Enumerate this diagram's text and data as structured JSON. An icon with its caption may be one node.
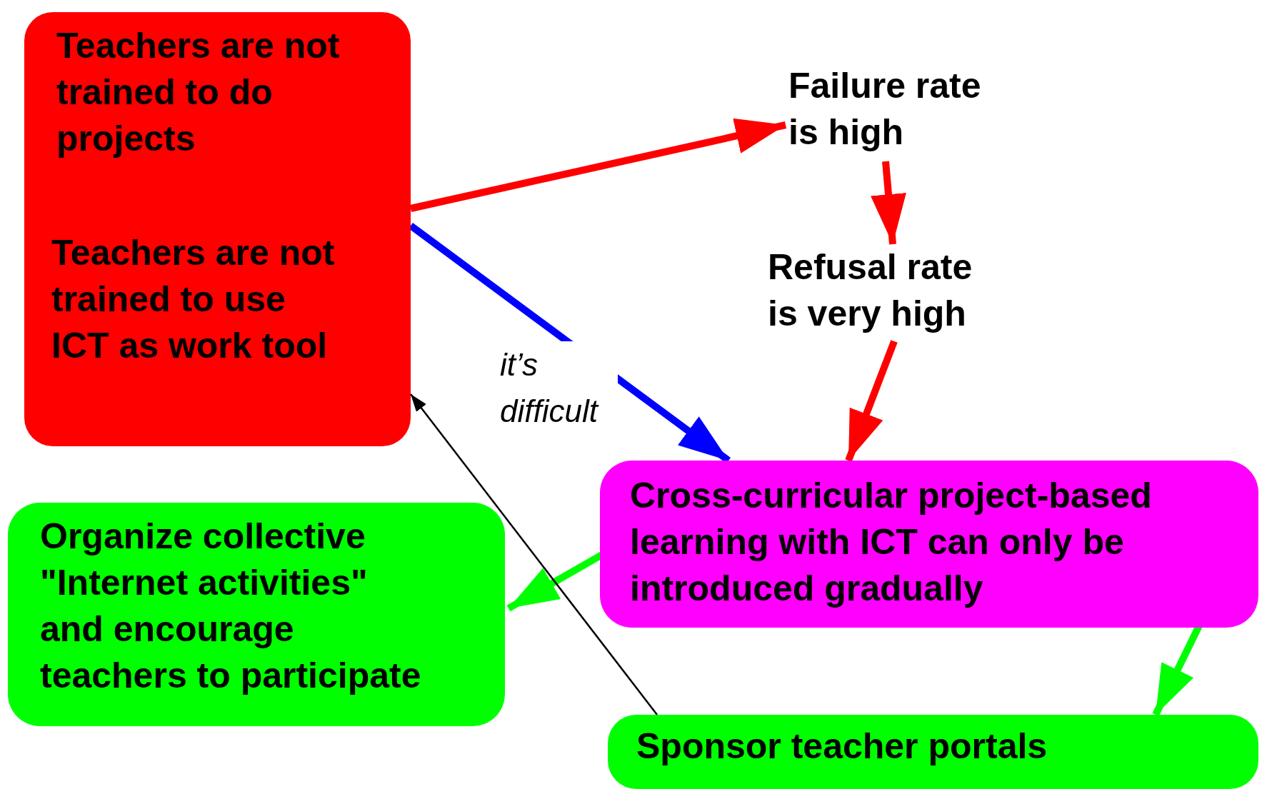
{
  "diagram": {
    "nodes": [
      {
        "text": [
          "Teachers are not trained to do projects",
          "Teachers are not trained to use ICT as work tool"
        ]
      },
      {
        "text": [
          "Failure rate is high"
        ]
      },
      {
        "text": [
          "Refusal rate is very high"
        ]
      },
      {
        "text": [
          "Cross-curricular project-based learning with ICT can only be introduced gradually"
        ]
      },
      {
        "text": [
          "Organize collective \"Internet activities\" and encourage teachers to participate"
        ]
      },
      {
        "text": [
          "Sponsor teacher portals"
        ]
      }
    ],
    "edges": [
      {
        "from": 0,
        "to": 1,
        "arrow": "to"
      },
      {
        "from": 0,
        "to": 3,
        "arrow": "to",
        "color": "#0000ff",
        "label": "it’s difficult"
      },
      {
        "from": 1,
        "to": 2,
        "arrow": "to"
      },
      {
        "from": 2,
        "to": 3,
        "arrow": "to"
      },
      {
        "from": 3,
        "to": 4,
        "arrow": "to",
        "color": "#00ff00"
      },
      {
        "from": 3,
        "to": 5,
        "arrow": "to",
        "color": "#00ff00"
      },
      {
        "from": 5,
        "to": 0,
        "arrow": "to",
        "color": "#000000"
      }
    ]
  }
}
